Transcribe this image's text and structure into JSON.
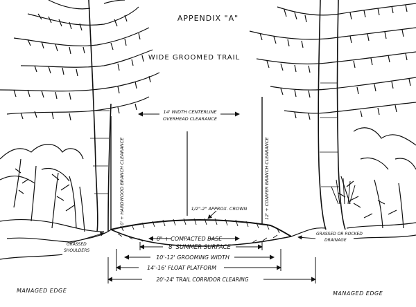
{
  "title": "APPENDIX \"A\"",
  "subtitle": "WIDE GROOMED TRAIL",
  "labels": {
    "centerline_top": "14' WIDTH CENTERLINE",
    "centerline_bottom": "OVERHEAD CLEARANCE",
    "hardwood": "10' + HARDWOOD BRANCH CLEARANCE",
    "conifer": "12' + CONIFER BRANCH CLEARANCE",
    "crown": "1/2\"-2\" APPROX. CROWN",
    "base": "8\" + COMPACTED BASE",
    "summer": "8' SUMMER SURFACE",
    "grooming": "10'-12' GROOMING WIDTH",
    "float": "14'-16' FLOAT PLATFORM",
    "corridor": "20'-24' TRAIL CORRIDOR CLEARING",
    "shoulders_1": "GRASSED",
    "shoulders_2": "SHOULDERS",
    "drainage_1": "GRASSED OR ROCKED",
    "drainage_2": "DRAINAGE",
    "edge_left": "MANAGED EDGE",
    "edge_right": "MANAGED EDGE"
  },
  "colors": {
    "ink": "#111111",
    "paper": "#ffffff"
  }
}
